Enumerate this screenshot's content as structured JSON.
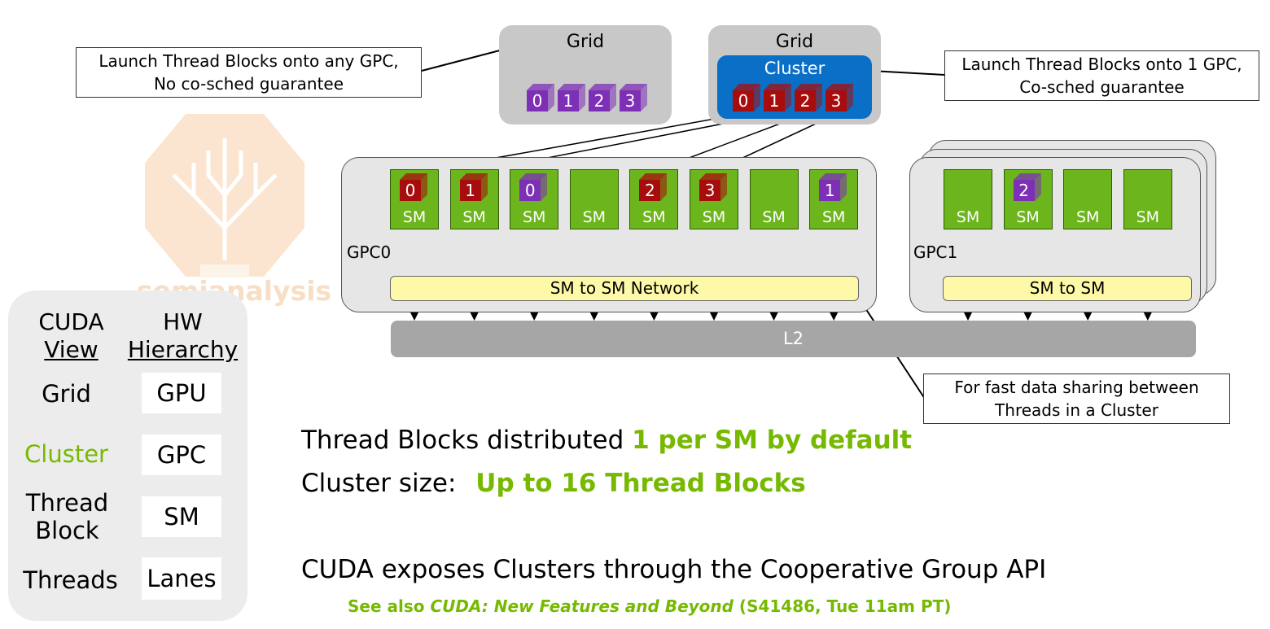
{
  "callouts": {
    "any_gpc_line1": "Launch Thread Blocks onto any GPC,",
    "any_gpc_line2": "No co-sched guarantee",
    "one_gpc_line1": "Launch Thread Blocks onto 1 GPC,",
    "one_gpc_line2": "Co-sched guarantee",
    "fast_line1": "For fast data sharing between",
    "fast_line2": "Threads in a Cluster"
  },
  "grid_left": {
    "title": "Grid",
    "blocks": [
      "0",
      "1",
      "2",
      "3"
    ]
  },
  "grid_right": {
    "title": "Grid",
    "cluster_label": "Cluster",
    "blocks": [
      "0",
      "1",
      "2",
      "3"
    ]
  },
  "gpc0": {
    "label": "GPC0",
    "network_label": "SM to SM Network",
    "sms": [
      {
        "label": "SM",
        "block": "0",
        "kind": "cluster"
      },
      {
        "label": "SM",
        "block": "1",
        "kind": "cluster"
      },
      {
        "label": "SM",
        "block": "0",
        "kind": "grid"
      },
      {
        "label": "SM",
        "block": "",
        "kind": ""
      },
      {
        "label": "SM",
        "block": "2",
        "kind": "cluster"
      },
      {
        "label": "SM",
        "block": "3",
        "kind": "cluster"
      },
      {
        "label": "SM",
        "block": "",
        "kind": ""
      },
      {
        "label": "SM",
        "block": "1",
        "kind": "grid"
      }
    ]
  },
  "gpc1": {
    "label": "GPC1",
    "network_label": "SM to SM",
    "sms": [
      {
        "label": "SM",
        "block": "",
        "kind": ""
      },
      {
        "label": "SM",
        "block": "2",
        "kind": "grid"
      },
      {
        "label": "SM",
        "block": "",
        "kind": ""
      },
      {
        "label": "SM",
        "block": "",
        "kind": ""
      }
    ]
  },
  "l2_label": "L2",
  "legend": {
    "col1_header_line1": "CUDA",
    "col1_header_line2": "View",
    "col2_header_line1": "HW",
    "col2_header_line2": "Hierarchy",
    "rows": [
      {
        "cuda": "Grid",
        "hw": "GPU"
      },
      {
        "cuda": "Cluster",
        "hw": "GPC"
      },
      {
        "cuda": "Thread Block",
        "hw": "SM"
      },
      {
        "cuda": "Threads",
        "hw": "Lanes"
      }
    ]
  },
  "text": {
    "line1_prefix": "Thread Blocks distributed ",
    "line1_highlight": "1 per SM by default",
    "line2_prefix": "Cluster size: ",
    "line2_highlight": "Up to 16 Thread Blocks",
    "line3": "CUDA exposes Clusters through the Cooperative Group API",
    "see_prefix": "See also ",
    "see_title": "CUDA: New Features and Beyond",
    "see_suffix": " (S41486, Tue 11am PT)"
  },
  "watermark": "semianalysis",
  "colors": {
    "accent_green": "#76b900",
    "sm_green": "#6cb51c",
    "cluster_blue": "#0a6fc7",
    "cluster_block_red": "#a80d0d",
    "grid_block_purple": "#7d2fb6",
    "network_yellow": "#fdf9a8",
    "l2_gray": "#a6a6a6"
  }
}
